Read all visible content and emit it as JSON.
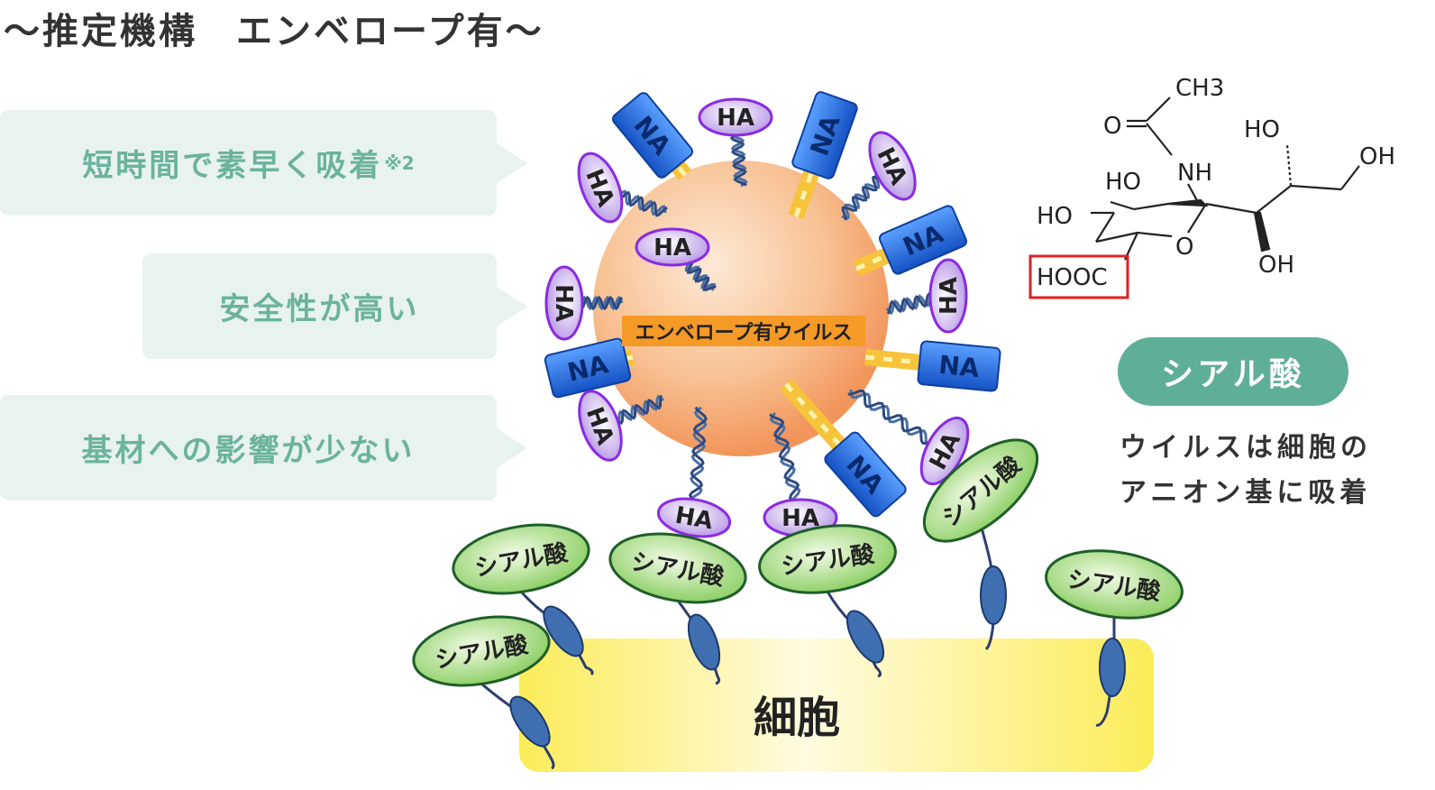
{
  "title": "～推定機構　エンベロープ有～",
  "bubbles": [
    {
      "text": "短時間で素早く吸着",
      "note": "※2"
    },
    {
      "text": "安全性が高い"
    },
    {
      "text": "基材への影響が少ない"
    }
  ],
  "virus": {
    "label": "エンベロープ有ウイルス",
    "ha_label": "HA",
    "na_label": "NA",
    "color": "#f5a86a"
  },
  "receptor_label": "シアル酸",
  "cell_label": "細胞",
  "molecule": {
    "ch3": "CH3",
    "o": "O",
    "nh": "NH",
    "ho": "HO",
    "oh": "OH",
    "hooc": "HOOC"
  },
  "sialic_badge": "シアル酸",
  "description": [
    "ウイルスは細胞の",
    "アニオン基に吸着"
  ],
  "colors": {
    "accent_teal": "#5fae98",
    "bubble_bg": "#e8f2ef",
    "na_blue": "#1e63d4",
    "ha_purple": "#b89ae6",
    "receptor_green": "#8fd16a",
    "stalk_yellow": "#f7c33a",
    "cell_yellow": "#fbf06a"
  }
}
